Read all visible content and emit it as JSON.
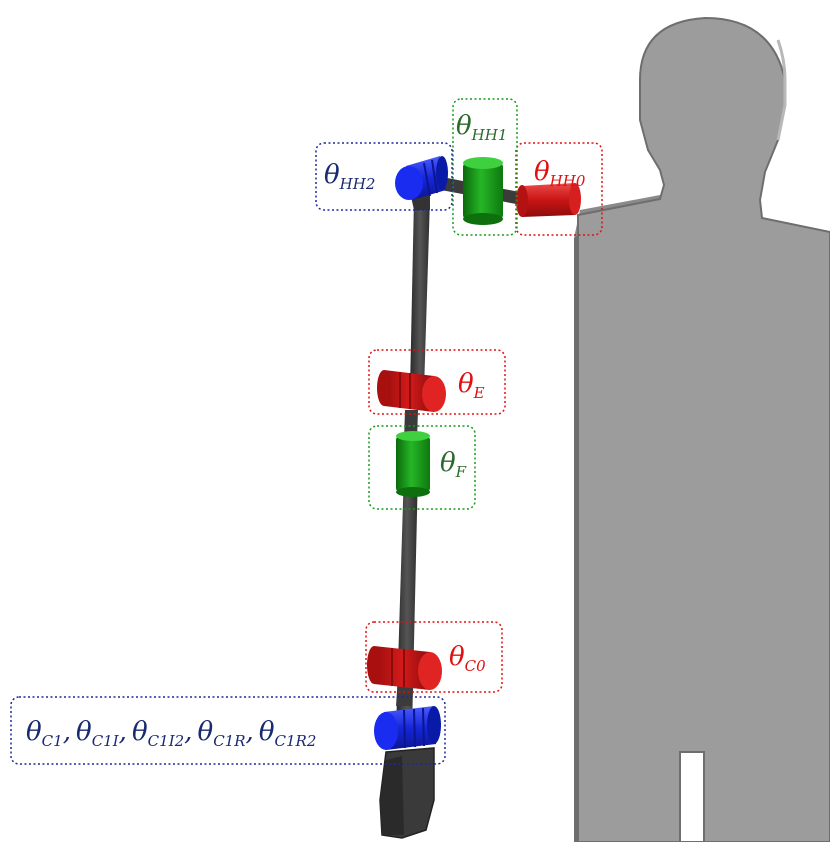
{
  "colors": {
    "background": "#ffffff",
    "silhouette": "#9c9c9c",
    "silhouette_edge": "#6e6e6e",
    "link": "#3b3b3b",
    "red_joint": "#d01818",
    "green_joint": "#169c16",
    "blue_joint": "#1a2fd8",
    "red_label": "#e01010",
    "green_label": "#2b6a2b",
    "blue_label": "#1a2a70"
  },
  "labels": {
    "hh0": {
      "symbol": "θ",
      "subscript": "HH0",
      "color_key": "red_label"
    },
    "hh1": {
      "symbol": "θ",
      "subscript": "HH1",
      "color_key": "green_label"
    },
    "hh2": {
      "symbol": "θ",
      "subscript": "HH2",
      "color_key": "blue_label"
    },
    "e": {
      "symbol": "θ",
      "subscript": "E",
      "color_key": "red_label"
    },
    "f": {
      "symbol": "θ",
      "subscript": "F",
      "color_key": "green_label"
    },
    "c0": {
      "symbol": "θ",
      "subscript": "C0",
      "color_key": "red_label"
    },
    "c1_group": {
      "items": [
        {
          "symbol": "θ",
          "subscript": "C1"
        },
        {
          "symbol": "θ",
          "subscript": "C1I"
        },
        {
          "symbol": "θ",
          "subscript": "C1I2"
        },
        {
          "symbol": "θ",
          "subscript": "C1R"
        },
        {
          "symbol": "θ",
          "subscript": "C1R2"
        }
      ],
      "separator": ",",
      "color_key": "blue_label"
    }
  }
}
